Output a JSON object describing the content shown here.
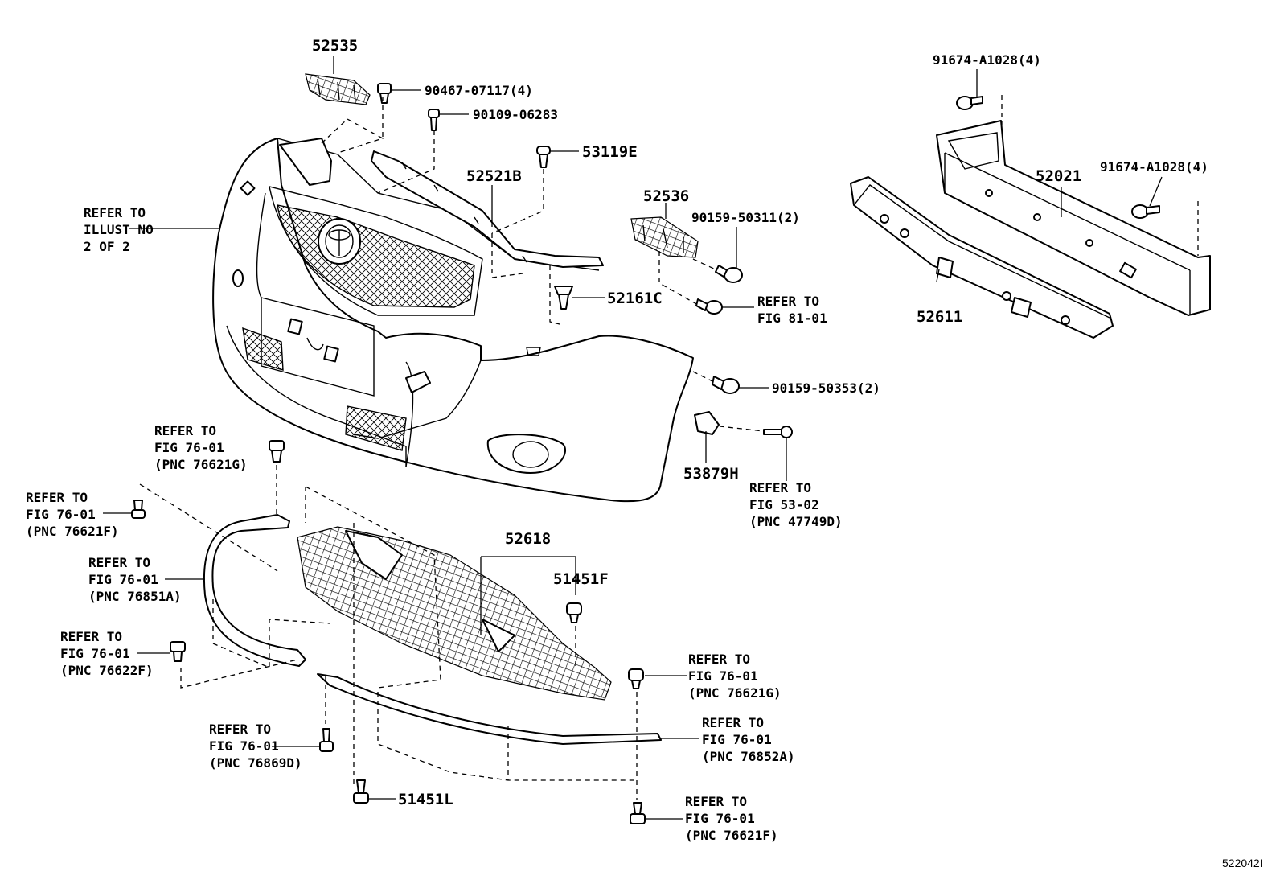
{
  "diagram": {
    "figure_id": "522042I",
    "callouts": {
      "p52535": "52535",
      "p90467": "90467-07117(4)",
      "p90109": "90109-06283",
      "p53119E": "53119E",
      "p52521B": "52521B",
      "p52536": "52536",
      "p90159_50311": "90159-50311(2)",
      "p52161C": "52161C",
      "p90159_50353": "90159-50353(2)",
      "p53879H": "53879H",
      "p52618": "52618",
      "p51451F": "51451F",
      "p51451L": "51451L",
      "p91674_top": "91674-A1028(4)",
      "p91674_right": "91674-A1028(4)",
      "p52021": "52021",
      "p52611": "52611"
    },
    "refers": {
      "illust": [
        "REFER TO",
        "ILLUST NO",
        "2 OF 2"
      ],
      "fig81": [
        "REFER TO",
        "FIG 81-01"
      ],
      "fig53": [
        "REFER TO",
        "FIG 53-02",
        "(PNC 47749D)"
      ],
      "r76621G_top": [
        "REFER TO",
        "FIG 76-01",
        "(PNC 76621G)"
      ],
      "r76621F_left": [
        "REFER TO",
        "FIG 76-01",
        "(PNC 76621F)"
      ],
      "r76851A": [
        "REFER TO",
        "FIG 76-01",
        "(PNC 76851A)"
      ],
      "r76622F": [
        "REFER TO",
        "FIG 76-01",
        "(PNC 76622F)"
      ],
      "r76869D": [
        "REFER TO",
        "FIG 76-01",
        "(PNC 76869D)"
      ],
      "r76621G_right": [
        "REFER TO",
        "FIG 76-01",
        "(PNC 76621G)"
      ],
      "r76852A": [
        "REFER TO",
        "FIG 76-01",
        "(PNC 76852A)"
      ],
      "r76621F_bottom": [
        "REFER TO",
        "FIG 76-01",
        "(PNC 76621F)"
      ]
    }
  }
}
